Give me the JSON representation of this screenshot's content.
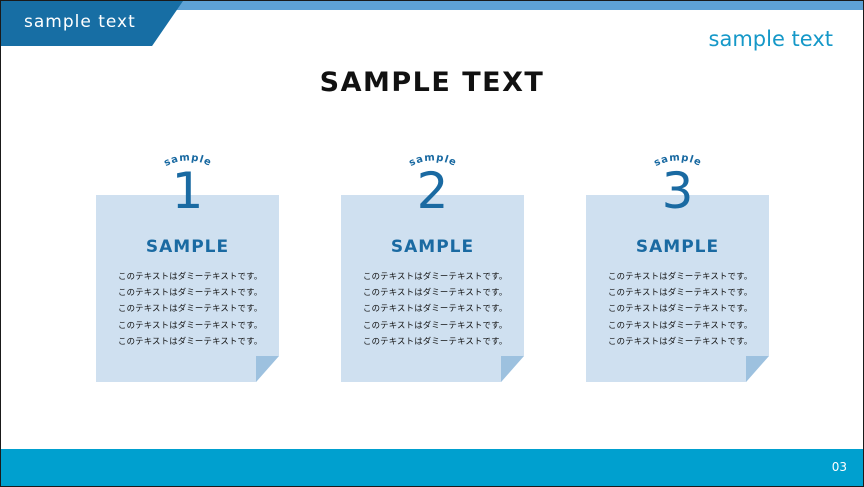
{
  "header": {
    "corner_label": "sample text",
    "right_label": "sample text"
  },
  "title": "SAMPLE TEXT",
  "cards": [
    {
      "arc_label": "sample",
      "number": "1",
      "heading": "SAMPLE",
      "body": "このテキストはダミーテキストです。このテキストはダミーテキストです。このテキストはダミーテキストです。このテキストはダミーテキストです。このテキストはダミーテキストです。"
    },
    {
      "arc_label": "sample",
      "number": "2",
      "heading": "SAMPLE",
      "body": "このテキストはダミーテキストです。このテキストはダミーテキストです。このテキストはダミーテキストです。このテキストはダミーテキストです。このテキストはダミーテキストです。"
    },
    {
      "arc_label": "sample",
      "number": "3",
      "heading": "SAMPLE",
      "body": "このテキストはダミーテキストです。このテキストはダミーテキストです。このテキストはダミーテキストです。このテキストはダミーテキストです。このテキストはダミーテキストです。"
    }
  ],
  "footer": {
    "page_number": "03"
  },
  "colors": {
    "tab": "#176ea4",
    "top_strip": "#5ea2d6",
    "accent_text": "#1598c8",
    "card_fill": "#cfe0f0",
    "card_fold": "#9dc1df",
    "card_text": "#1a6aa2",
    "footer": "#00a0cf"
  }
}
